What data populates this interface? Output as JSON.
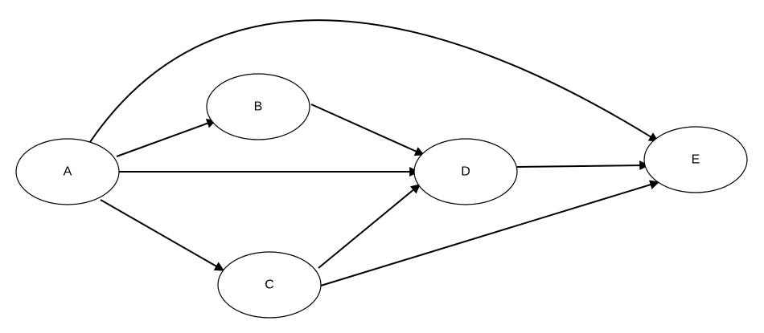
{
  "diagram": {
    "nodes": [
      {
        "id": "A",
        "label": "A"
      },
      {
        "id": "B",
        "label": "B"
      },
      {
        "id": "C",
        "label": "C"
      },
      {
        "id": "D",
        "label": "D"
      },
      {
        "id": "E",
        "label": "E"
      }
    ],
    "edges": [
      {
        "from": "A",
        "to": "B"
      },
      {
        "from": "A",
        "to": "C"
      },
      {
        "from": "A",
        "to": "D"
      },
      {
        "from": "A",
        "to": "E"
      },
      {
        "from": "B",
        "to": "D"
      },
      {
        "from": "C",
        "to": "D"
      },
      {
        "from": "C",
        "to": "E"
      },
      {
        "from": "D",
        "to": "E"
      }
    ]
  }
}
